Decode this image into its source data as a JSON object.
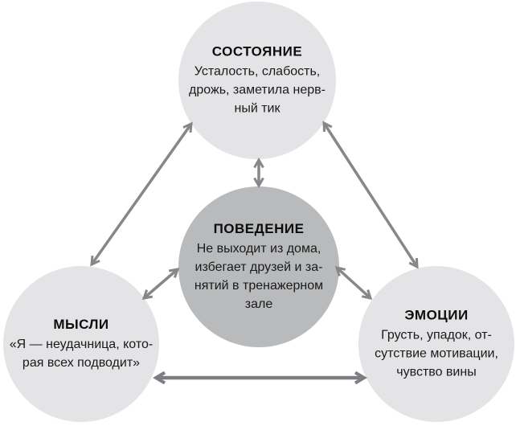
{
  "figure": {
    "type": "cycle-diagram",
    "background": "#ffffff",
    "arrow_color": "#85878a",
    "arrow_color_strong": "#7c7e81",
    "text_color": "#1a1a1a",
    "nodes": [
      {
        "id": "state",
        "title": "СОСТОЯНИЕ",
        "body": "Усталость, слабость,\nдрожь, заметила нерв-\nный тик",
        "fill": "#e4e4e6"
      },
      {
        "id": "behavior",
        "title": "ПОВЕДЕНИЕ",
        "body": "Не выходит из дома,\nизбегает друзей и за-\nнятий в тренажерном\nзале",
        "fill": "#b9babc"
      },
      {
        "id": "thoughts",
        "title": "МЫСЛИ",
        "body": "«Я — неудачница, кото-\nрая всех подводит»",
        "fill": "#e4e4e6"
      },
      {
        "id": "emotions",
        "title": "ЭМОЦИИ",
        "body": "Грусть, упадок, от-\nсутствие мотивации,\nчувство вины",
        "fill": "#e4e4e6"
      }
    ],
    "connections": [
      {
        "from": "state",
        "to": "behavior",
        "bidirectional": true
      },
      {
        "from": "state",
        "to": "thoughts",
        "bidirectional": true
      },
      {
        "from": "state",
        "to": "emotions",
        "bidirectional": true
      },
      {
        "from": "behavior",
        "to": "thoughts",
        "bidirectional": true
      },
      {
        "from": "behavior",
        "to": "emotions",
        "bidirectional": true
      },
      {
        "from": "thoughts",
        "to": "emotions",
        "bidirectional": true
      }
    ]
  }
}
